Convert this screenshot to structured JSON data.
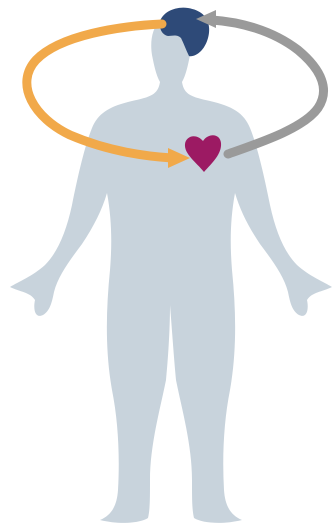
{
  "diagram": {
    "elements": [
      {
        "name": "human-silhouette",
        "depicts": "body"
      },
      {
        "name": "brain-icon",
        "depicts": "brain"
      },
      {
        "name": "heart-icon",
        "depicts": "heart"
      },
      {
        "name": "brain-to-heart-arrow",
        "from": "brain",
        "to": "heart"
      },
      {
        "name": "heart-to-brain-arrow",
        "from": "heart",
        "to": "brain"
      }
    ]
  },
  "colors": {
    "body": "#c8d3dc",
    "brain": "#2e4a78",
    "heart": "#9c1a63",
    "arrow_orange": "#f1a94a",
    "arrow_gray": "#9a9a9a",
    "background": "#ffffff"
  }
}
